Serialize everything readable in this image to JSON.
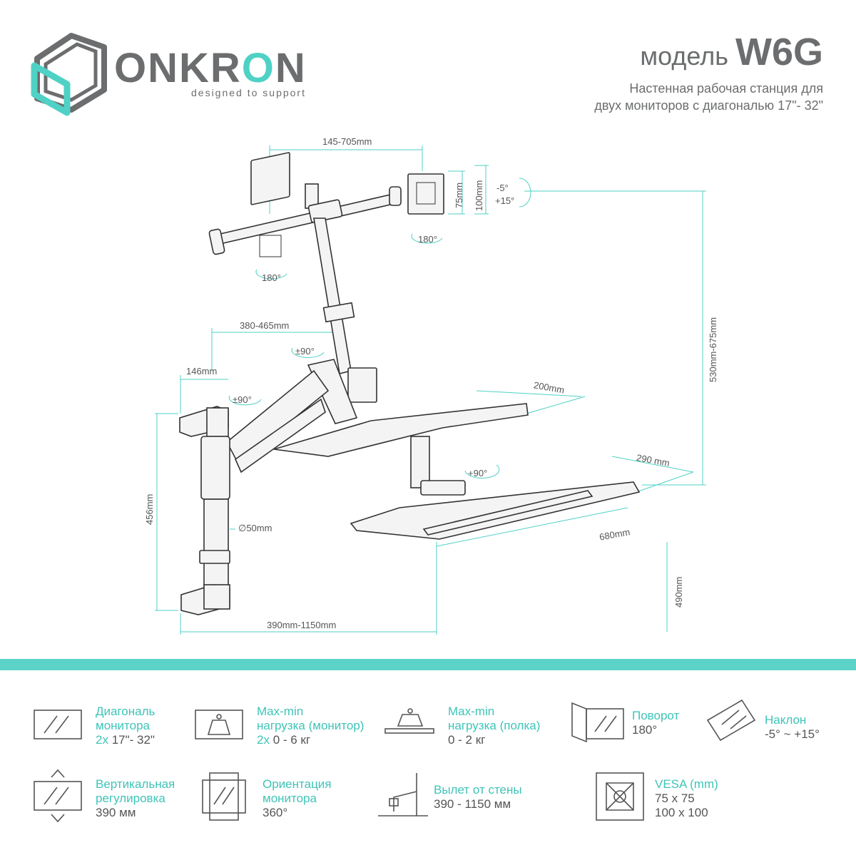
{
  "brand": {
    "name_part1": "ONKR",
    "name_o": "O",
    "name_part2": "N",
    "tagline": "designed to support"
  },
  "header": {
    "model_prefix": "модель",
    "model": "W6G",
    "subtitle_line1": "Настенная рабочая станция для",
    "subtitle_line2": "двух мониторов с диагональю 17\"- 32\""
  },
  "dimensions": {
    "crossbar_width": "145-705mm",
    "vesa_75": "75mm",
    "vesa_100": "100mm",
    "tilt_minus": "-5°",
    "tilt_plus": "+15°",
    "rotate_left": "180°",
    "rotate_right": "180°",
    "arm_reach": "380-465mm",
    "swivel_upper": "±90°",
    "swivel_lower": "±90°",
    "wall_plate": "146mm",
    "shelf_depth": "200mm",
    "keyboard_depth": "290 mm",
    "keyboard_swivel": "+90°",
    "keyboard_width": "680mm",
    "total_height": "530mm-675mm",
    "pole_height": "456mm",
    "pole_diameter": "∅50mm",
    "keyboard_height": "490mm",
    "total_reach": "390mm-1150mm"
  },
  "features": [
    {
      "title1": "Диагональ",
      "title2": "монитора",
      "acc": "2x",
      "value": " 17\"- 32\""
    },
    {
      "title1": "Max-min",
      "title2": "нагрузка (монитор)",
      "acc": "2x",
      "value": " 0 - 6 кг"
    },
    {
      "title1": "Max-min",
      "title2": "нагрузка (полка)",
      "value": "0 - 2 кг"
    },
    {
      "title1": "Поворот",
      "value": "180°"
    },
    {
      "title1": "Наклон",
      "value": "-5° ~ +15°"
    },
    {
      "title1": "Вертикальная",
      "title2": "регулировка",
      "value": "390 мм"
    },
    {
      "title1": "Ориентация",
      "title2": "монитора",
      "value": "360°"
    },
    {
      "title1": "Вылет от стены",
      "value": "390 - 1150 мм"
    },
    {
      "title1": "VESA (mm)",
      "value": "75 x 75",
      "value2": "100 x 100"
    }
  ],
  "colors": {
    "accent": "#4fd1c5",
    "gray": "#6b6d6e",
    "band": "#5cd3c8"
  }
}
